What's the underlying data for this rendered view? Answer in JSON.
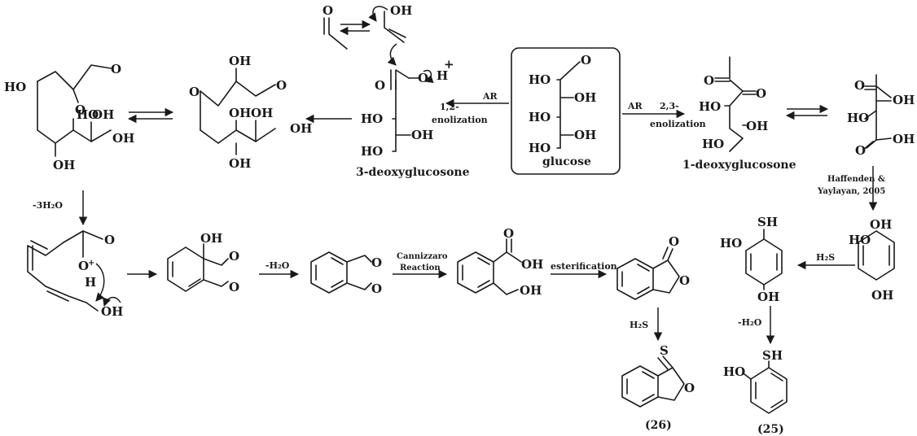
{
  "atoms": {
    "o": "O",
    "oh": "OH",
    "ho": "HO",
    "sh": "SH",
    "s": "S",
    "h": "H",
    "plus": "+",
    "oplus": "O"
  },
  "compounds": {
    "glucose": "glucose",
    "deoxy3": "3-deoxyglucosone",
    "deoxy1": "1-deoxyglucosone",
    "c26": "(26)",
    "c25": "(25)"
  },
  "conditions": {
    "ar_left": "AR",
    "enol12_a": "1,2-",
    "enol12_b": "enolization",
    "ar_right": "AR",
    "enol23_a": "2,3-",
    "enol23_b": "enolization",
    "minus3h2o": "-3H₂O",
    "minush2o_1": "-H₂O",
    "cannizzaro_a": "Cannizzaro",
    "cannizzaro_b": "Reaction",
    "esterification": "esterification",
    "h2s_1": "H₂S",
    "h2s_2": "H₂S",
    "minush2o_2": "-H₂O",
    "haffenden_a": "Haffenden &",
    "haffenden_b": "Yaylayan, 2005"
  }
}
